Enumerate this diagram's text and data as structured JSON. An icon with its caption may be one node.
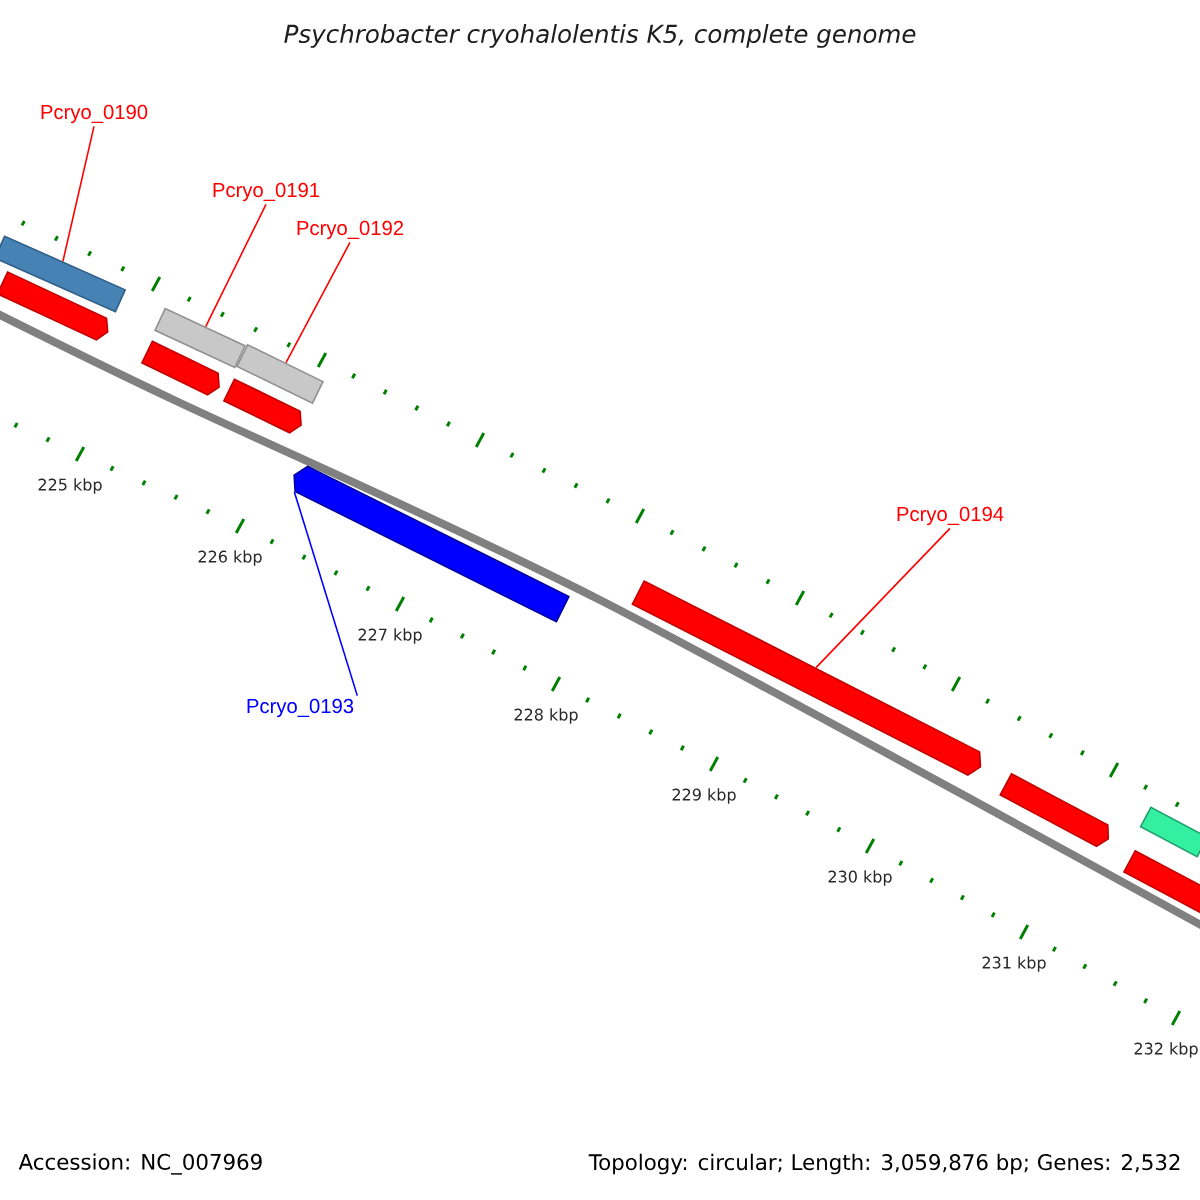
{
  "diagram": {
    "title": "Psychrobacter cryohalolentis K5, complete genome",
    "nodes": [
      {
        "text": [
          "Pcryo_0190"
        ]
      },
      {
        "text": [
          "Pcryo_0191"
        ]
      },
      {
        "text": [
          "Pcryo_0192"
        ]
      },
      {
        "text": [
          "Pcryo_0193"
        ]
      },
      {
        "text": [
          "Pcryo_0194"
        ]
      },
      {
        "text": [],
        "shape": "bar"
      },
      {
        "text": [],
        "shape": "arrow"
      },
      {
        "text": [],
        "shape": "bar"
      },
      {
        "text": [],
        "shape": "arrow"
      },
      {
        "text": [],
        "shape": "bar"
      },
      {
        "text": [],
        "shape": "arrow"
      },
      {
        "text": [],
        "shape": "arrow"
      },
      {
        "text": [],
        "shape": "arrow"
      },
      {
        "text": [],
        "shape": "arrow"
      },
      {
        "text": [],
        "shape": "bar"
      },
      {
        "text": [],
        "shape": "arrow"
      }
    ],
    "edges": [
      {
        "from": 0,
        "to": 5,
        "arrow": "none"
      },
      {
        "from": 1,
        "to": 7,
        "arrow": "none"
      },
      {
        "from": 2,
        "to": 9,
        "arrow": "none"
      },
      {
        "from": 3,
        "to": 11,
        "arrow": "none",
        "color": "#0000ff"
      },
      {
        "from": 4,
        "to": 12,
        "arrow": "none"
      }
    ],
    "labels": [
      "225 kbp",
      "226 kbp",
      "227 kbp",
      "228 kbp",
      "229 kbp",
      "230 kbp",
      "231 kbp",
      "232 kbp",
      "Accession: NC_007969",
      "Topology: circular; Length: 3,059,876 bp; Genes: 2,532"
    ]
  }
}
